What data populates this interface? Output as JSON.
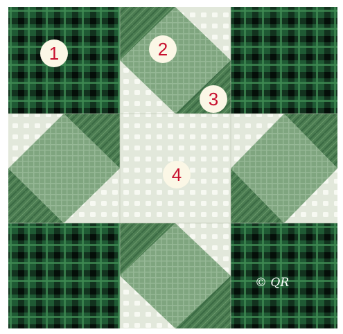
{
  "badges": [
    "1",
    "2",
    "3",
    "4"
  ],
  "copyright_mark": "© QR",
  "colors": {
    "plaid_dark": "#0d2417",
    "plaid_mid": "#1f5a34",
    "plaid_light": "#3f8a52",
    "green_check": "#7fa57f",
    "green_check_line": "#96b896",
    "cream": "#e7ece0",
    "cream_dot": "#f7f9f2",
    "badge_fill": "#fbf7e6",
    "badge_text": "#c8102e"
  }
}
